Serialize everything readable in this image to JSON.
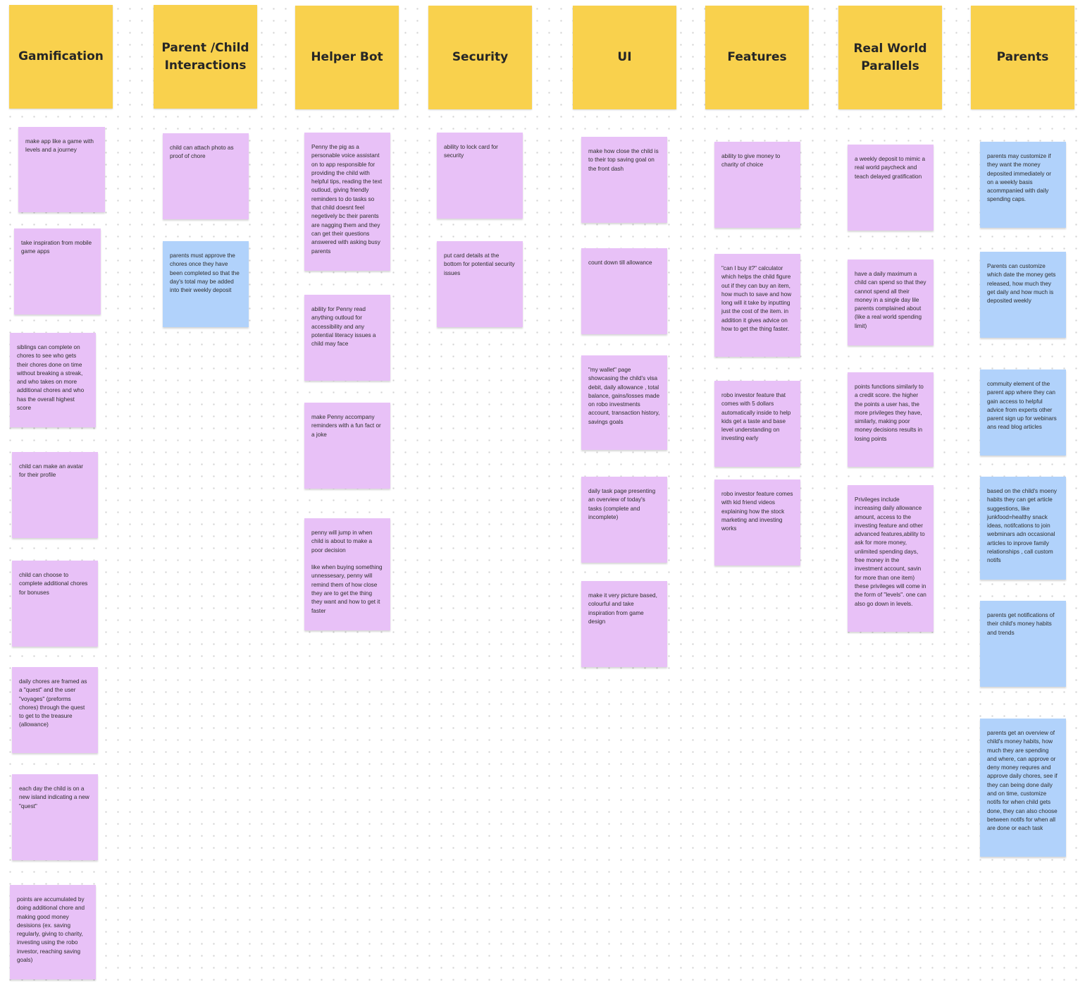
{
  "board": {
    "columns": [
      {
        "header": "Gamification",
        "notes": [
          {
            "color": "pink",
            "text": "make app like a game with levels and a journey"
          },
          {
            "color": "pink",
            "text": "take inspiration from mobile game apps"
          },
          {
            "color": "pink",
            "text": "siblings can complete on chores to see who gets their chores done on time without breaking a streak, and who takes on more additional chores and who has the overall highest score"
          },
          {
            "color": "pink",
            "text": "child can make an avatar for their profile"
          },
          {
            "color": "pink",
            "text": "child can choose to complete additional chores for bonuses"
          },
          {
            "color": "pink",
            "text": "daily chores are framed as a \"quest\" and the user \"voyages\" (preforms chores) through the quest to get to the treasure (allowance)"
          },
          {
            "color": "pink",
            "text": "each day the child is on a new island indicating a new \"quest\""
          },
          {
            "color": "pink",
            "text": "points are accumulated by doing additional chore and making good money desisions (ex. saving regularly, giving to charity, investing using the robo investor, reaching saving goals)"
          }
        ]
      },
      {
        "header": "Parent /Child Interactions",
        "notes": [
          {
            "color": "pink",
            "text": "child can attach photo as proof of chore"
          },
          {
            "color": "blue",
            "text": "parents must approve the chores once they have been completed so that the day's total may be added into their weekly deposit"
          }
        ]
      },
      {
        "header": "Helper Bot",
        "notes": [
          {
            "color": "pink",
            "text": "Penny the pig as a personable voice assistant on to app responsible for providing the child with helpful tips, reading the text outloud, giving friendly reminders to do tasks so that child doesnt feel negetively bc their parents are nagging them and they can get their questions answered with asking busy parents"
          },
          {
            "color": "pink",
            "text": "ability for Penny read anything outloud for accessibility and any potential literacy issues a child may face"
          },
          {
            "color": "pink",
            "text": "make Penny accompany reminders with a fun fact or a joke"
          },
          {
            "color": "pink",
            "text": "penny will jump in when child is about to make a poor decision\n\nlike when buying something unnessesary, penny will remind them of how close they are to get the thing they want and how to get it faster"
          }
        ]
      },
      {
        "header": "Security",
        "notes": [
          {
            "color": "pink",
            "text": "ability to lock card for security"
          },
          {
            "color": "pink",
            "text": "put card details at the bottom for potential security issues"
          }
        ]
      },
      {
        "header": "UI",
        "notes": [
          {
            "color": "pink",
            "text": "make how close the child is to their top saving goal on the front dash"
          },
          {
            "color": "pink",
            "text": "count down till allowance"
          },
          {
            "color": "pink",
            "text": "\"my wallet\" page showcasing the child's visa debit, daily allowance , total balance, gains/losses made on robo investments account, transaction history, savings goals"
          },
          {
            "color": "pink",
            "text": "daily task page presenting an overview of today's tasks (complete and incomplete)"
          },
          {
            "color": "pink",
            "text": "make it very picture based, colourful and take inspiration from game design"
          }
        ]
      },
      {
        "header": "Features",
        "notes": [
          {
            "color": "pink",
            "text": "ability to give money to charity of choice"
          },
          {
            "color": "pink",
            "text": "\"can I buy it?\" calculator which helps the child figure out if they can buy an item, how much to save and how long will it take by inputting just the cost of the item. in addition it gives advice on how to get the thing faster."
          },
          {
            "color": "pink",
            "text": "robo investor feature that comes with 5 dollars automatically inside to help kids get a taste and base level understanding on investing early"
          },
          {
            "color": "pink",
            "text": "robo investor feature comes with kid friend videos explaining how the stock marketing and investing works"
          }
        ]
      },
      {
        "header": "Real World Parallels",
        "notes": [
          {
            "color": "pink",
            "text": "a weekly deposit to mimic a real world paycheck and teach delayed gratification"
          },
          {
            "color": "pink",
            "text": "have a daily maximum a child can spend so that they cannot spend all their money in a single day lile parents complained about (like a real world spending limit)"
          },
          {
            "color": "pink",
            "text": "points functions similarly to a credit score. the higher the points a user has, the more privileges they have, similarly, making poor money decisions results in losing points"
          },
          {
            "color": "pink",
            "text": "Privileges include increasing daily allowance amount, access to the investing feature and other advanced features,ability to ask for more money, unlimited spending days, free money in the investment account, savin for more than one item) these privileges will come in the form of \"levels\". one can also go down in levels."
          }
        ]
      },
      {
        "header": "Parents",
        "notes": [
          {
            "color": "blue",
            "text": "parents may customize if they want the money deposited immediately or on a weekly basis acommpanied with daily spending caps."
          },
          {
            "color": "blue",
            "text": "Parents can customize which date the money gets released, how much they get daily and how much is deposited weekly"
          },
          {
            "color": "blue",
            "text": "commuity element of the parent app where they can gain access to helpful advice from experts other parent sign up for webinars ans read blog articles"
          },
          {
            "color": "blue",
            "text": "based on the child's moeny habits they can get article suggestions, like junkfood=healthy snack ideas, notifcations to join webminars adn occasional articles to inprove family relationships , call custom notifs"
          },
          {
            "color": "blue",
            "text": "parents get notifications of their child's money habits and trends"
          },
          {
            "color": "blue",
            "text": "parents get an overview of child's money habits, how much they are spending and where, can approve or deny money requres and approve daily chores, see if they can being done daily and on time, customize notifs for when child gets done, they can also choose between notifs for when all are done or each task"
          }
        ]
      }
    ]
  }
}
